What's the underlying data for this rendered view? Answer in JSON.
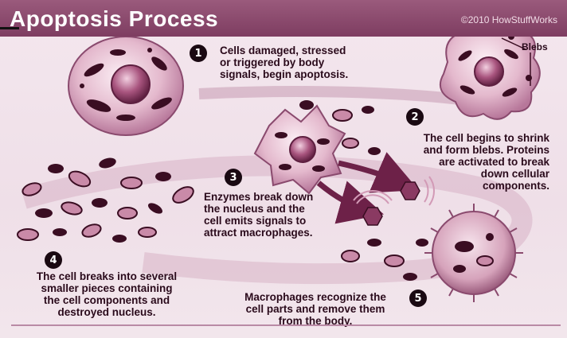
{
  "header": {
    "title": "Apoptosis Process",
    "credit": "©2010 HowStuffWorks"
  },
  "labels": {
    "blebs": "Blebs"
  },
  "steps": [
    {
      "number": "1",
      "text": "Cells damaged, stressed\nor triggered by body\nsignals, begin apoptosis."
    },
    {
      "number": "2",
      "text": "The cell begins to shrink\nand form blebs. Proteins\nare activated to break\ndown cellular\ncomponents."
    },
    {
      "number": "3",
      "text": "Enzymes break down\nthe nucleus and the\ncell emits signals to\nattract macrophages."
    },
    {
      "number": "4",
      "text": "The cell breaks into several\nsmaller pieces containing\nthe cell components and\ndestroyed nucleus."
    },
    {
      "number": "5",
      "text": "Macrophages recognize the\ncell parts and remove them\nfrom the body."
    }
  ],
  "colors": {
    "header": "#8a4a6e",
    "text": "#2a0a1b",
    "cell": "#c98aa8",
    "nucleus": "#7a2e55",
    "organelle": "#3a0d22",
    "path": "#c79ab3"
  }
}
